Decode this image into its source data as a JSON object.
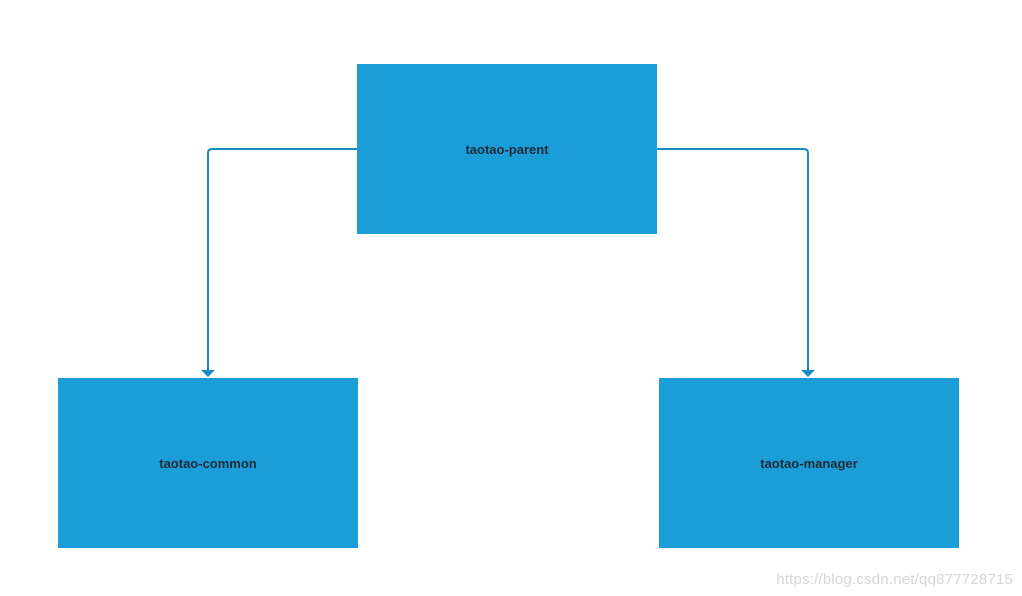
{
  "colors": {
    "node_fill": "#1b9ed8",
    "connector": "#1a8bbf",
    "label_text": "#1f2a36",
    "background": "#ffffff",
    "watermark": "#d6d6d6"
  },
  "nodes": {
    "parent": {
      "label": "taotao-parent"
    },
    "common": {
      "label": "taotao-common"
    },
    "manager": {
      "label": "taotao-manager"
    }
  },
  "edges": [
    {
      "from": "parent",
      "to": "common"
    },
    {
      "from": "parent",
      "to": "manager"
    }
  ],
  "watermark": {
    "text": "https://blog.csdn.net/qq877728715"
  }
}
